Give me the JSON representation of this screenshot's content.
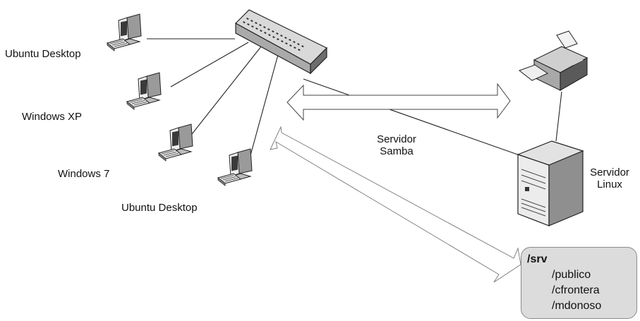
{
  "nodes": {
    "pc1": {
      "label": "Ubuntu Desktop"
    },
    "pc2": {
      "label": "Windows XP"
    },
    "pc3": {
      "label": "Windows 7"
    },
    "pc4": {
      "label": "Ubuntu Desktop"
    },
    "server": {
      "label_line1": "Servidor",
      "label_line2": "Linux"
    },
    "samba": {
      "label_line1": "Servidor",
      "label_line2": "Samba"
    }
  },
  "share": {
    "root": "/srv",
    "folders": [
      "/publico",
      "/cfrontera",
      "/mdonoso"
    ]
  },
  "icons": {
    "switch": "network-switch-icon",
    "printer": "printer-icon",
    "server": "server-tower-icon",
    "computer": "desktop-computer-icon"
  }
}
